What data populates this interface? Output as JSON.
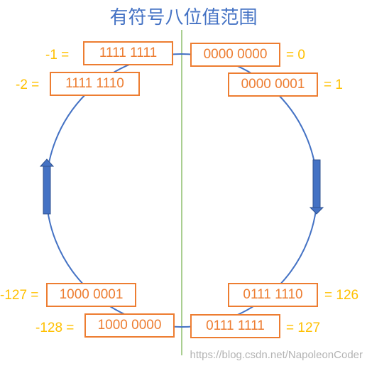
{
  "title": "有符号八位值范围",
  "colors": {
    "circle": "#4472c4",
    "box_border": "#ed7d31",
    "box_text": "#ed7d31",
    "label_text": "#ffc000",
    "divider": "#70ad47",
    "arrow": "#4472c4",
    "title": "#4472c4"
  },
  "entries": {
    "neg1": {
      "label": "-1 =",
      "bits": "1111 1111"
    },
    "neg2": {
      "label": "-2 =",
      "bits": "1111 1110"
    },
    "pos0": {
      "label": "= 0",
      "bits": "0000 0000"
    },
    "pos1": {
      "label": "= 1",
      "bits": "0000 0001"
    },
    "neg127": {
      "label": "-127 =",
      "bits": "1000 0001"
    },
    "neg128": {
      "label": "-128 =",
      "bits": "1000 0000"
    },
    "pos126": {
      "label": "= 126",
      "bits": "0111 1110"
    },
    "pos127": {
      "label": "= 127",
      "bits": "0111 1111"
    }
  },
  "arrows": {
    "left": "up",
    "right": "down"
  },
  "watermark": "https://blog.csdn.net/NapoleonCoder"
}
